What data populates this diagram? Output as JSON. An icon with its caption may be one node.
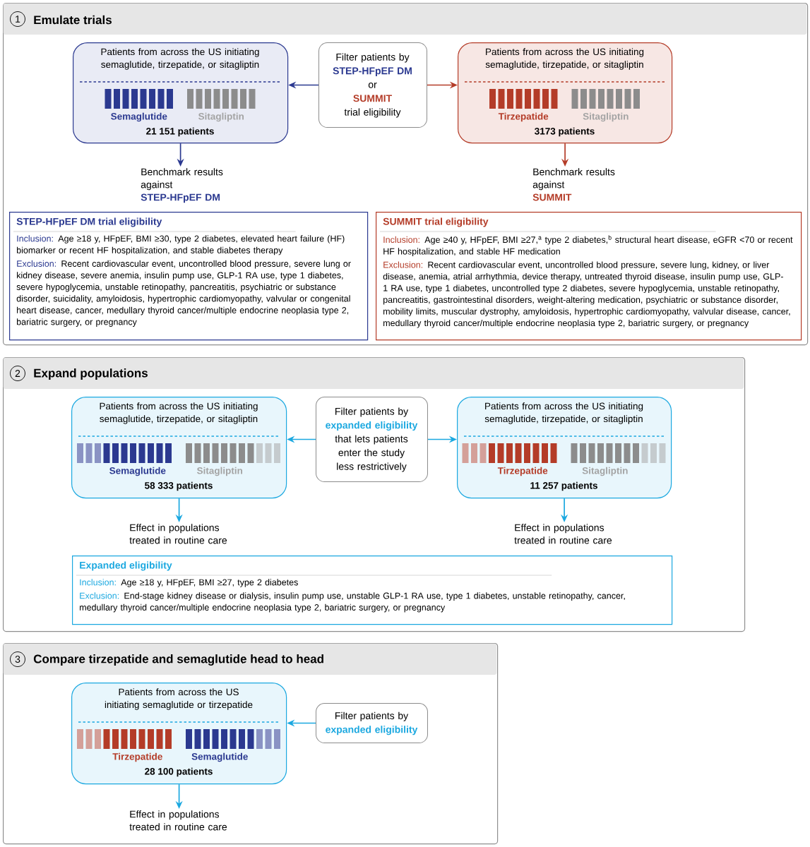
{
  "diagram": {
    "nodes": [
      {
        "text": [
          "1",
          "Emulate trials"
        ]
      },
      {
        "text": [
          "Patients from across the US initiating semaglutide, tirzepatide, or sitagliptin",
          "Semaglutide",
          "Sitagliptin",
          "21 151 patients"
        ],
        "in": 0
      },
      {
        "text": [
          "Filter patients by",
          "STEP-HFpEF DM",
          "or",
          "SUMMIT",
          "trial eligibility"
        ],
        "in": 0
      },
      {
        "text": [
          "Patients from across the US initiating semaglutide, tirzepatide, or sitagliptin",
          "Tirzepatide",
          "Sitagliptin",
          "3173 patients"
        ],
        "in": 0
      },
      {
        "text": [
          "Benchmark results against",
          "STEP-HFpEF DM"
        ],
        "in": 0
      },
      {
        "text": [
          "Benchmark results against",
          "SUMMIT"
        ],
        "in": 0
      },
      {
        "text": [
          "STEP-HFpEF DM trial eligibility",
          "Inclusion:",
          "Age ≥18 y, HFpEF, BMI ≥30, type 2 diabetes, elevated heart failure (HF) biomarker or recent HF hospitalization, and stable diabetes therapy",
          "Exclusion:",
          "Recent cardiovascular event, uncontrolled blood pressure, severe lung or kidney disease, severe anemia, insulin pump use, GLP-1 RA use, type 1 diabetes, severe hypoglycemia, unstable retinopathy, pancreatitis, psychiatric or substance disorder, suicidality, amyloidosis, hypertrophic cardiomyopathy, valvular or congenital heart disease, cancer, medullary thyroid cancer/multiple endocrine neoplasia type 2, bariatric surgery, or pregnancy"
        ],
        "in": 0
      },
      {
        "text": [
          "SUMMIT trial eligibility",
          "Inclusion:",
          "Age ≥40 y, HFpEF, BMI ≥27,$^{a}$ type 2 diabetes,$^{b}$ structural heart disease, eGFR <70 or recent HF hospitalization, and stable HF medication",
          "Exclusion:",
          "Recent cardiovascular event, uncontrolled blood pressure, severe lung, kidney, or liver disease, anemia, atrial arrhythmia, device therapy, untreated thyroid disease, insulin pump use, GLP-1 RA use, type 1 diabetes, uncontrolled type 2 diabetes, severe hypoglycemia, unstable retinopathy, pancreatitis, gastrointestinal disorders, weight-altering medication, psychiatric or substance disorder, mobility limits, muscular dystrophy, amyloidosis, hypertrophic cardiomyopathy, valvular disease, cancer, medullary thyroid cancer/multiple endocrine neoplasia type 2, bariatric surgery, or pregnancy"
        ],
        "in": 0
      },
      {
        "text": [
          "2",
          "Expand populations"
        ]
      },
      {
        "text": [
          "Patients from across the US initiating semaglutide, tirzepatide, or sitagliptin",
          "Semaglutide",
          "Sitagliptin",
          "58 333 patients"
        ],
        "in": 8
      },
      {
        "text": [
          "Filter patients by",
          "expanded eligibility",
          "that lets patients enter the study less restrictively"
        ],
        "in": 8
      },
      {
        "text": [
          "Patients from across the US initiating semaglutide, tirzepatide, or sitagliptin",
          "Tirzepatide",
          "Sitagliptin",
          "11 257 patients"
        ],
        "in": 8
      },
      {
        "text": [
          "Effect in populations treated in routine care"
        ],
        "in": 8
      },
      {
        "text": [
          "Effect in populations treated in routine care"
        ],
        "in": 8
      },
      {
        "text": [
          "Expanded eligibility",
          "Inclusion:",
          "Age ≥18 y, HFpEF, BMI ≥27, type 2 diabetes",
          "Exclusion:",
          "End-stage kidney disease or dialysis, insulin pump use, unstable GLP-1 RA use, type 1 diabetes, unstable retinopathy, cancer, medullary thyroid cancer/multiple endocrine neoplasia type 2, bariatric surgery, or pregnancy"
        ],
        "in": 8
      },
      {
        "text": [
          "3",
          "Compare tirzepatide and semaglutide head to head"
        ]
      },
      {
        "text": [
          "Patients from across the US initiating semaglutide or tirzepatide",
          "Tirzepatide",
          "Semaglutide",
          "28 100 patients"
        ],
        "in": 15
      },
      {
        "text": [
          "Filter patients by",
          "expanded eligibility"
        ],
        "in": 15
      },
      {
        "text": [
          "Effect in populations treated in routine care"
        ],
        "in": 15
      }
    ],
    "edges": [
      {
        "from": 2,
        "to": 1,
        "arrow": "to",
        "color": "#2b3990"
      },
      {
        "from": 2,
        "to": 3,
        "arrow": "to",
        "color": "#b43c28"
      },
      {
        "from": 1,
        "to": 4,
        "arrow": "to",
        "color": "#2b3990"
      },
      {
        "from": 3,
        "to": 5,
        "arrow": "to",
        "color": "#b43c28"
      },
      {
        "from": 10,
        "to": 9,
        "arrow": "to"
      },
      {
        "from": 10,
        "to": 11,
        "arrow": "to"
      },
      {
        "from": 9,
        "to": 12,
        "arrow": "to"
      },
      {
        "from": 11,
        "to": 13,
        "arrow": "to"
      },
      {
        "from": 17,
        "to": 16,
        "arrow": "to"
      },
      {
        "from": 16,
        "to": 18,
        "arrow": "to"
      }
    ]
  }
}
